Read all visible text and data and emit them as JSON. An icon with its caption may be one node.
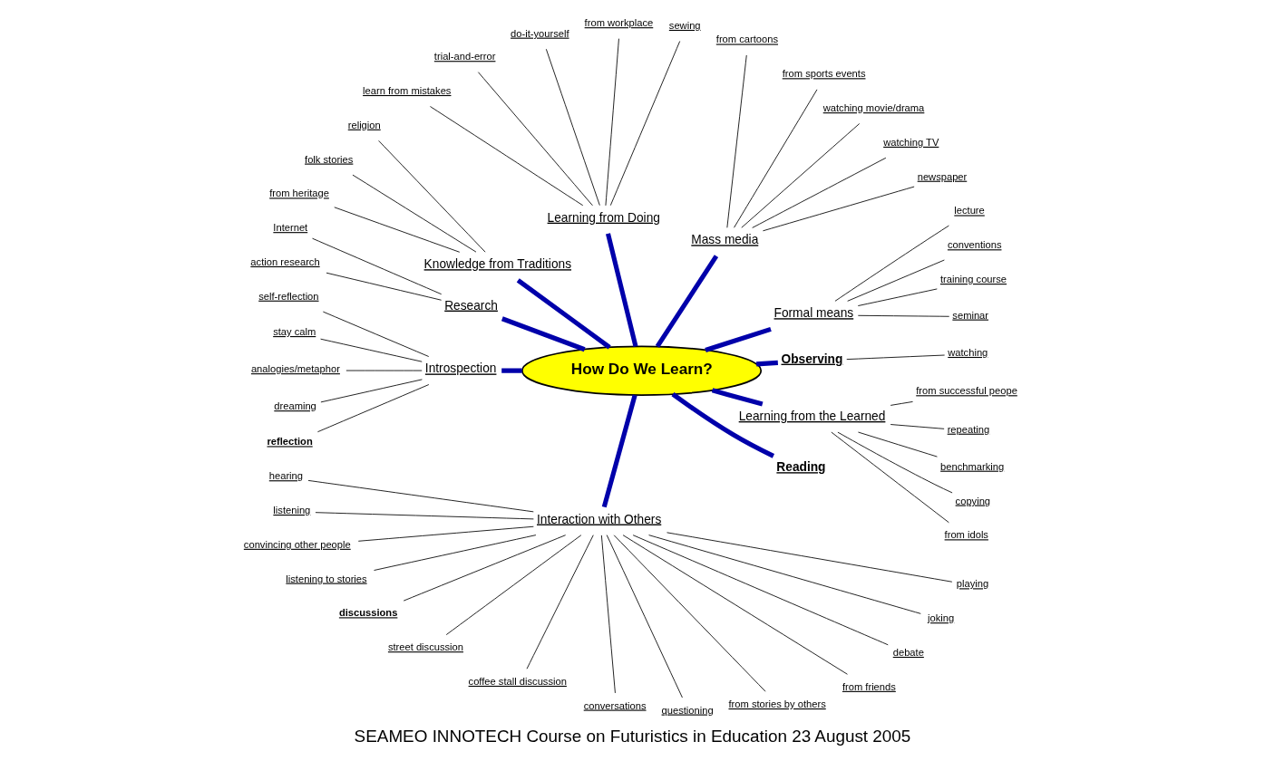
{
  "diagram": {
    "caption": "SEAMEO INNOTECH Course on Futuristics in Education 23 August 2005",
    "nodes": [
      {
        "text": [
          "How Do We Learn?"
        ]
      },
      {
        "text": [
          "Observing"
        ]
      },
      {
        "text": [
          "watching"
        ]
      },
      {
        "text": [
          "Formal means"
        ]
      },
      {
        "text": [
          "seminar"
        ]
      },
      {
        "text": [
          "training course"
        ]
      },
      {
        "text": [
          "conventions"
        ]
      },
      {
        "text": [
          "lecture"
        ]
      },
      {
        "text": [
          "Mass media"
        ]
      },
      {
        "text": [
          "newspaper"
        ]
      },
      {
        "text": [
          "watching TV"
        ]
      },
      {
        "text": [
          "watching movie/drama"
        ]
      },
      {
        "text": [
          "from sports events"
        ]
      },
      {
        "text": [
          "from cartoons"
        ]
      },
      {
        "text": [
          "Learning from Doing"
        ]
      },
      {
        "text": [
          "sewing"
        ]
      },
      {
        "text": [
          "from workplace"
        ]
      },
      {
        "text": [
          "do-it-yourself"
        ]
      },
      {
        "text": [
          "trial-and-error"
        ]
      },
      {
        "text": [
          "learn from mistakes"
        ]
      },
      {
        "text": [
          "Knowledge from Traditions"
        ]
      },
      {
        "text": [
          "religion"
        ]
      },
      {
        "text": [
          "folk stories"
        ]
      },
      {
        "text": [
          "from heritage"
        ]
      },
      {
        "text": [
          "Research"
        ]
      },
      {
        "text": [
          "Internet"
        ]
      },
      {
        "text": [
          "action research"
        ]
      },
      {
        "text": [
          "Introspection"
        ]
      },
      {
        "text": [
          "self-reflection"
        ]
      },
      {
        "text": [
          "stay calm"
        ]
      },
      {
        "text": [
          "analogies/metaphor"
        ]
      },
      {
        "text": [
          "dreaming"
        ]
      },
      {
        "text": [
          "reflection"
        ]
      },
      {
        "text": [
          "Interaction with Others"
        ]
      },
      {
        "text": [
          "hearing"
        ]
      },
      {
        "text": [
          "listening"
        ]
      },
      {
        "text": [
          "convincing other people"
        ]
      },
      {
        "text": [
          "listening to stories"
        ]
      },
      {
        "text": [
          "discussions"
        ]
      },
      {
        "text": [
          "street discussion"
        ]
      },
      {
        "text": [
          "coffee stall discussion"
        ]
      },
      {
        "text": [
          "conversations"
        ]
      },
      {
        "text": [
          "questioning"
        ]
      },
      {
        "text": [
          "from stories by others"
        ]
      },
      {
        "text": [
          "from friends"
        ]
      },
      {
        "text": [
          "debate"
        ]
      },
      {
        "text": [
          "joking"
        ]
      },
      {
        "text": [
          "playing"
        ]
      },
      {
        "text": [
          "Reading"
        ]
      },
      {
        "text": [
          "Learning from the Learned"
        ]
      },
      {
        "text": [
          "from idols"
        ]
      },
      {
        "text": [
          "copying"
        ]
      },
      {
        "text": [
          "benchmarking"
        ]
      },
      {
        "text": [
          "repeating"
        ]
      },
      {
        "text": [
          "from successful peope"
        ]
      }
    ],
    "edges": [
      {
        "from": 0,
        "to": 1,
        "arrow": "none",
        "style": "thick",
        "color": "#0000aa"
      },
      {
        "from": 1,
        "to": 2,
        "arrow": "none"
      },
      {
        "from": 0,
        "to": 3,
        "arrow": "none",
        "style": "thick",
        "color": "#0000aa"
      },
      {
        "from": 3,
        "to": 4,
        "arrow": "none"
      },
      {
        "from": 3,
        "to": 5,
        "arrow": "none"
      },
      {
        "from": 3,
        "to": 6,
        "arrow": "none"
      },
      {
        "from": 3,
        "to": 7,
        "arrow": "none"
      },
      {
        "from": 0,
        "to": 8,
        "arrow": "none",
        "style": "thick",
        "color": "#0000aa"
      },
      {
        "from": 8,
        "to": 9,
        "arrow": "none"
      },
      {
        "from": 8,
        "to": 10,
        "arrow": "none"
      },
      {
        "from": 8,
        "to": 11,
        "arrow": "none"
      },
      {
        "from": 8,
        "to": 12,
        "arrow": "none"
      },
      {
        "from": 8,
        "to": 13,
        "arrow": "none"
      },
      {
        "from": 0,
        "to": 14,
        "arrow": "none",
        "style": "thick",
        "color": "#0000aa"
      },
      {
        "from": 14,
        "to": 15,
        "arrow": "none"
      },
      {
        "from": 14,
        "to": 16,
        "arrow": "none"
      },
      {
        "from": 14,
        "to": 17,
        "arrow": "none"
      },
      {
        "from": 14,
        "to": 18,
        "arrow": "none"
      },
      {
        "from": 14,
        "to": 19,
        "arrow": "none"
      },
      {
        "from": 0,
        "to": 20,
        "arrow": "none",
        "style": "thick",
        "color": "#0000aa"
      },
      {
        "from": 20,
        "to": 21,
        "arrow": "none"
      },
      {
        "from": 20,
        "to": 22,
        "arrow": "none"
      },
      {
        "from": 20,
        "to": 23,
        "arrow": "none"
      },
      {
        "from": 0,
        "to": 24,
        "arrow": "none",
        "style": "thick",
        "color": "#0000aa"
      },
      {
        "from": 24,
        "to": 25,
        "arrow": "none"
      },
      {
        "from": 24,
        "to": 26,
        "arrow": "none"
      },
      {
        "from": 0,
        "to": 27,
        "arrow": "none",
        "style": "thick",
        "color": "#0000aa"
      },
      {
        "from": 27,
        "to": 28,
        "arrow": "none"
      },
      {
        "from": 27,
        "to": 29,
        "arrow": "none"
      },
      {
        "from": 27,
        "to": 30,
        "arrow": "none"
      },
      {
        "from": 27,
        "to": 31,
        "arrow": "none"
      },
      {
        "from": 27,
        "to": 32,
        "arrow": "none"
      },
      {
        "from": 0,
        "to": 33,
        "arrow": "none",
        "style": "thick",
        "color": "#0000aa"
      },
      {
        "from": 33,
        "to": 34,
        "arrow": "none"
      },
      {
        "from": 33,
        "to": 35,
        "arrow": "none"
      },
      {
        "from": 33,
        "to": 36,
        "arrow": "none"
      },
      {
        "from": 33,
        "to": 37,
        "arrow": "none"
      },
      {
        "from": 33,
        "to": 38,
        "arrow": "none"
      },
      {
        "from": 33,
        "to": 39,
        "arrow": "none"
      },
      {
        "from": 33,
        "to": 40,
        "arrow": "none"
      },
      {
        "from": 33,
        "to": 41,
        "arrow": "none"
      },
      {
        "from": 33,
        "to": 42,
        "arrow": "none"
      },
      {
        "from": 33,
        "to": 43,
        "arrow": "none"
      },
      {
        "from": 33,
        "to": 44,
        "arrow": "none"
      },
      {
        "from": 33,
        "to": 45,
        "arrow": "none"
      },
      {
        "from": 33,
        "to": 46,
        "arrow": "none"
      },
      {
        "from": 33,
        "to": 47,
        "arrow": "none"
      },
      {
        "from": 0,
        "to": 48,
        "arrow": "none",
        "style": "thick",
        "color": "#0000aa"
      },
      {
        "from": 0,
        "to": 49,
        "arrow": "none",
        "style": "thick",
        "color": "#0000aa"
      },
      {
        "from": 49,
        "to": 50,
        "arrow": "none"
      },
      {
        "from": 49,
        "to": 51,
        "arrow": "none"
      },
      {
        "from": 49,
        "to": 52,
        "arrow": "none"
      },
      {
        "from": 49,
        "to": 53,
        "arrow": "none"
      },
      {
        "from": 49,
        "to": 54,
        "arrow": "none"
      }
    ]
  }
}
